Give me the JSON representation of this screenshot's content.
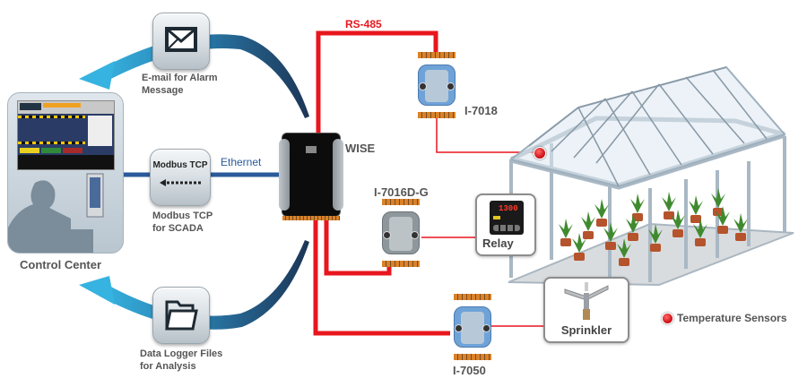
{
  "title": "WISE Greenhouse Monitoring System Architecture",
  "control_center": {
    "label": "Control Center"
  },
  "left_services": [
    {
      "id": "email",
      "icon": "envelope-icon",
      "caption_line1": "E-mail for Alarm",
      "caption_line2": "Message"
    },
    {
      "id": "modbus",
      "icon": "modbus-tcp-icon",
      "box_title": "Modbus TCP",
      "caption_line1": "Modbus TCP",
      "caption_line2": "for SCADA"
    },
    {
      "id": "datalog",
      "icon": "folder-icon",
      "caption_line1": "Data Logger Files",
      "caption_line2": "for Analysis"
    }
  ],
  "links": {
    "ethernet": "Ethernet",
    "rs485": "RS-485"
  },
  "controller": {
    "name": "WISE"
  },
  "modules": [
    {
      "id": "i7018",
      "name": "I-7018",
      "color": "#6fa3d8"
    },
    {
      "id": "i7016dg",
      "name": "I-7016D-G",
      "color": "#8e979c"
    },
    {
      "id": "i7050",
      "name": "I-7050",
      "color": "#6fa3d8"
    }
  ],
  "devices": {
    "relay": "Relay",
    "relay_display": "1300",
    "sprinkler": "Sprinkler"
  },
  "legend": {
    "temperature_sensors": "Temperature Sensors"
  },
  "colors": {
    "rs485_line": "#e8161e",
    "ethernet_line": "#2a5a9a",
    "arrow_light": "#2fa6d6",
    "arrow_dark": "#1c3556",
    "sensor": "#d4151b"
  }
}
